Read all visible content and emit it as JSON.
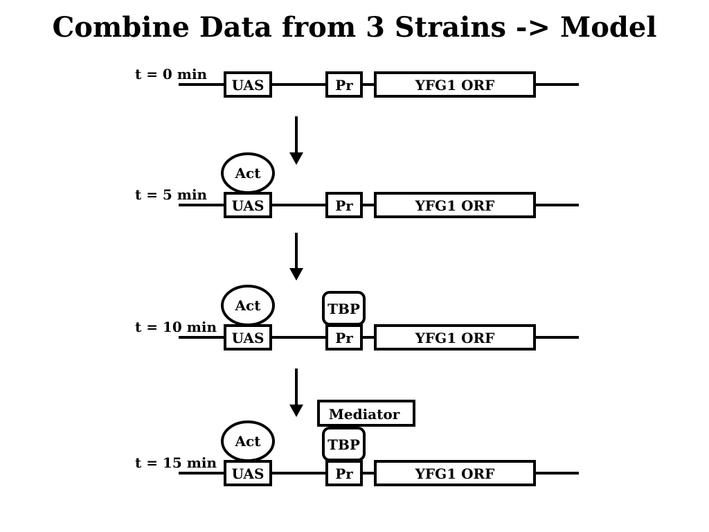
{
  "title": "Combine Data from 3 Strains -> Model",
  "stages": [
    {
      "time_label": "t = 0 min",
      "uas": "UAS",
      "promoter": "Pr",
      "orf": "YFG1 ORF",
      "activator": null,
      "tbp": null,
      "mediator": null
    },
    {
      "time_label": "t = 5 min",
      "uas": "UAS",
      "promoter": "Pr",
      "orf": "YFG1 ORF",
      "activator": "Act",
      "tbp": null,
      "mediator": null
    },
    {
      "time_label": "t = 10 min",
      "uas": "UAS",
      "promoter": "Pr",
      "orf": "YFG1 ORF",
      "activator": "Act",
      "tbp": "TBP",
      "mediator": null
    },
    {
      "time_label": "t = 15 min",
      "uas": "UAS",
      "promoter": "Pr",
      "orf": "YFG1 ORF",
      "activator": "Act",
      "tbp": "TBP",
      "mediator": "Mediator"
    }
  ],
  "colors": {
    "ink": "#000000",
    "background": "#ffffff"
  }
}
